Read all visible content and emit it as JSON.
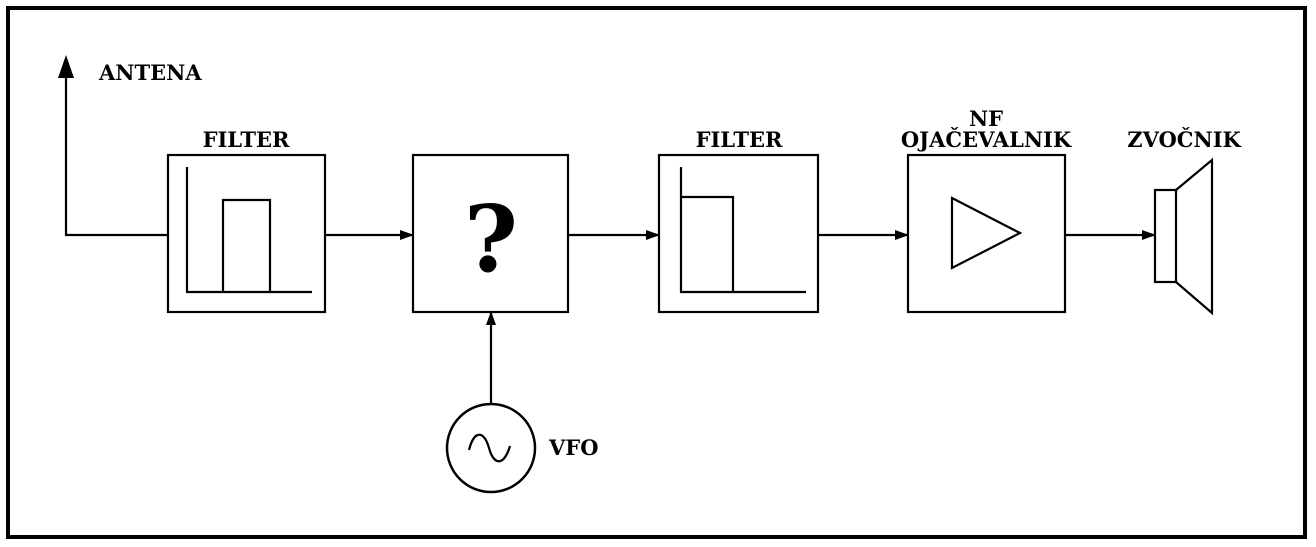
{
  "labels": {
    "antenna": "ANTENA",
    "filter1": "FILTER",
    "mixer": "?",
    "filter2": "FILTER",
    "amp_line1": "NF",
    "amp_line2": "OJAČEVALNIK",
    "speaker": "ZVOČNIK",
    "vfo": "VFO"
  },
  "colors": {
    "line": "#000000",
    "background": "#ffffff"
  },
  "icons": {
    "filter1": "bandpass-filter-icon",
    "filter2": "lowpass-filter-icon",
    "amplifier": "amplifier-triangle-icon",
    "speaker": "speaker-icon",
    "vfo": "sine-oscillator-icon"
  }
}
